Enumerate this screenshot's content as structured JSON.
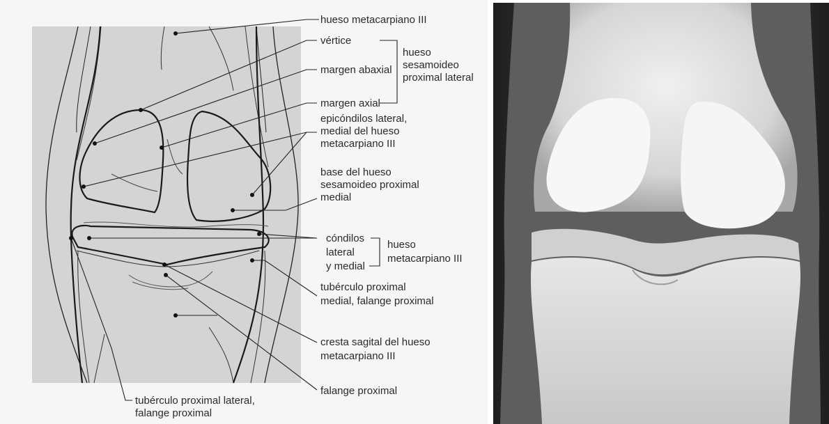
{
  "labels": {
    "metacarpal_iii": "hueso metacarpiano III",
    "vertex": "vértice",
    "abaxial_margin": "margen abaxial",
    "axial_margin": "margen axial",
    "sesamoid_group_1": "hueso",
    "sesamoid_group_2": "sesamoideo",
    "sesamoid_group_3": "proximal lateral",
    "epicondyles_1": "epicóndilos lateral,",
    "epicondyles_2": "medial del hueso",
    "epicondyles_3": "metacarpiano III",
    "sesamoid_base_1": "base del hueso",
    "sesamoid_base_2": "sesamoideo proximal",
    "sesamoid_base_3": "medial",
    "condyles_1": "cóndilos",
    "condyles_2": "lateral",
    "condyles_3": "y medial",
    "condyles_group_1": "hueso",
    "condyles_group_2": "metacarpiano III",
    "medial_tubercle_1": "tubérculo proximal",
    "medial_tubercle_2": "medial, falange proximal",
    "sagittal_crest_1": "cresta sagital del hueso",
    "sagittal_crest_2": "metacarpiano III",
    "proximal_phalanx": "falange proximal",
    "lateral_tubercle_1": "tubérculo proximal lateral,",
    "lateral_tubercle_2": "falange proximal"
  }
}
